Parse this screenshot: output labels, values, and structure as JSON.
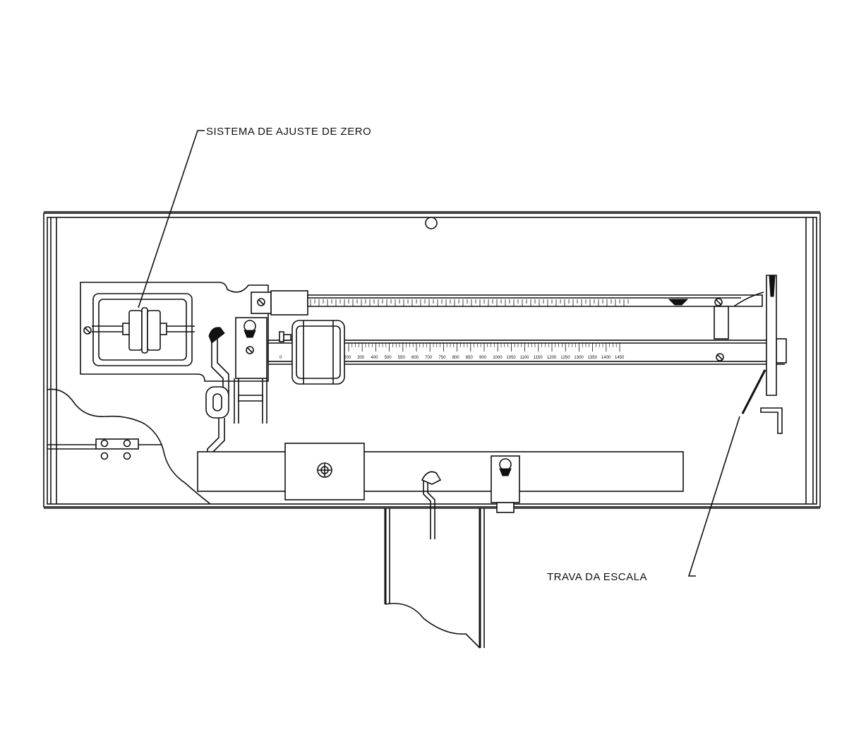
{
  "labels": {
    "zero_adjust": "SISTEMA DE AJUSTE DE ZERO",
    "scale_lock": "TRAVA DA ESCALA"
  },
  "main_scale": {
    "zero_label": "0",
    "tick_labels": [
      "200",
      "300",
      "400",
      "500",
      "550",
      "600",
      "700",
      "750",
      "800",
      "850",
      "900",
      "1000",
      "1050",
      "1100",
      "1150",
      "1200",
      "1250",
      "1300",
      "1350",
      "1400",
      "1450"
    ]
  },
  "colors": {
    "ink": "#111111",
    "paper": "#ffffff"
  }
}
